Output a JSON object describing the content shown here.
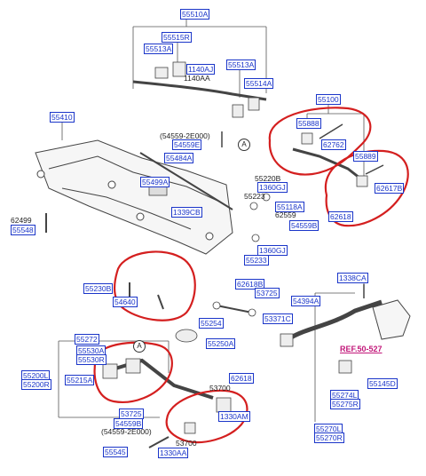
{
  "colors": {
    "callout_circle": "#d41f1f",
    "label_box": "#1a35c9",
    "reference": "#c2187a",
    "line_art": "#555555"
  },
  "labels": {
    "p55510A": "55510A",
    "p55515R": "55515R",
    "p55513A_top": "55513A",
    "p1140AJ": "1140AJ",
    "p1140AA": "1140AA",
    "p55513A_right": "55513A",
    "p55514A": "55514A",
    "p55410": "55410",
    "p54559_2E000_a": "(54559-2E000)",
    "p54559E": "54559E",
    "p55484A": "55484A",
    "p55499A": "55499A",
    "p1339CB": "1339CB",
    "p62499": "62499",
    "p55548": "55548",
    "p55100": "55100",
    "p55888": "55888",
    "p62762": "62762",
    "p55889": "55889",
    "p62617B": "62617B",
    "p62618": "62618",
    "p55220B": "55220B",
    "p1360GJ_a": "1360GJ",
    "p55223": "55223",
    "p55118A": "55118A",
    "p62559": "62559",
    "p54559B": "54559B",
    "p1360GJ_b": "1360GJ",
    "p55233": "55233",
    "p55230B": "55230B",
    "p54640": "54640",
    "p62618B": "62618B",
    "p53725_a": "53725",
    "p54394A": "54394A",
    "p55254": "55254",
    "p53371C": "53371C",
    "p55250A": "55250A",
    "p1338CA": "1338CA",
    "p55272": "55272",
    "p55530A": "55530A",
    "p55530R": "55530R",
    "p55200L": "55200L",
    "p55200R": "55200R",
    "p55215A": "55215A",
    "p62618_b": "62618",
    "p53700_a": "53700",
    "p53725_b": "53725",
    "p54559B_b": "54559B",
    "p54559_2E000_b": "(54559-2E000)",
    "p1330AM": "1330AM",
    "p53700_b": "53700",
    "p55545": "55545",
    "p1330AA": "1330AA",
    "p55145D": "55145D",
    "p55274L": "55274L",
    "p55275R": "55275R",
    "p55270L": "55270L",
    "p55270R": "55270R",
    "ref_50_527": "REF.50-527",
    "point_a_1": "A",
    "point_a_2": "A"
  }
}
